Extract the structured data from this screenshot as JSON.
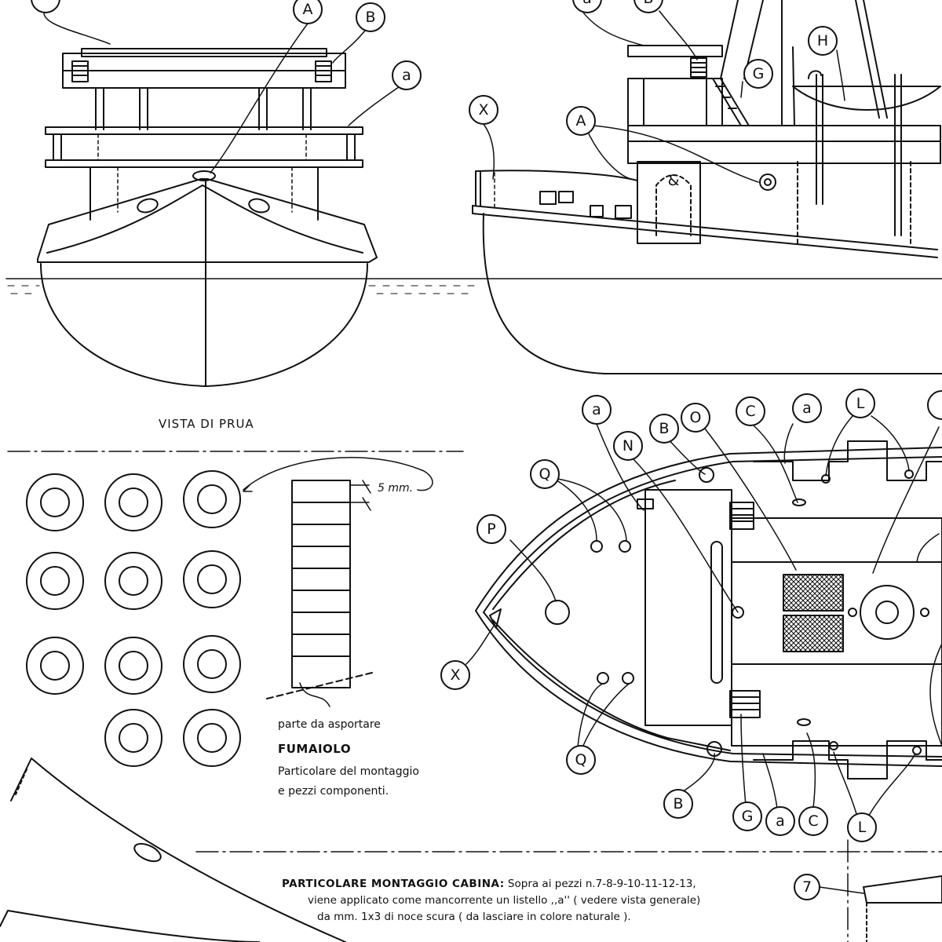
{
  "captions": {
    "bow_view": "VISTA DI PRUA",
    "funnel_cut": "parte da asportare",
    "funnel_title": "FUMAIOLO",
    "funnel_line1": "Particolare del montaggio",
    "funnel_line2": "e pezzi componenti.",
    "dimension": "5 mm.",
    "cabin_title": "PARTICOLARE MONTAGGIO CABINA:",
    "cabin_line1": " Sopra ai pezzi n.7-8-9-10-11-12-13,",
    "cabin_line2": "viene applicato come mancorrente un listello ,,a'' ( vedere vista generale)",
    "cabin_line3": "da mm. 1x3 di noce scura ( da lasciare in colore naturale )."
  },
  "callouts": {
    "bow": [
      "A",
      "B",
      "a"
    ],
    "side": [
      "a",
      "B",
      "G",
      "H",
      "X",
      "A",
      "&"
    ],
    "plan": [
      "a",
      "N",
      "B",
      "O",
      "C",
      "a",
      "L",
      "Q",
      "P",
      "X",
      "Q",
      "B",
      "G",
      "a",
      "C",
      "L"
    ],
    "detail": [
      "7"
    ]
  },
  "colors": {
    "ink": "#111111",
    "paper": "#ffffff"
  }
}
